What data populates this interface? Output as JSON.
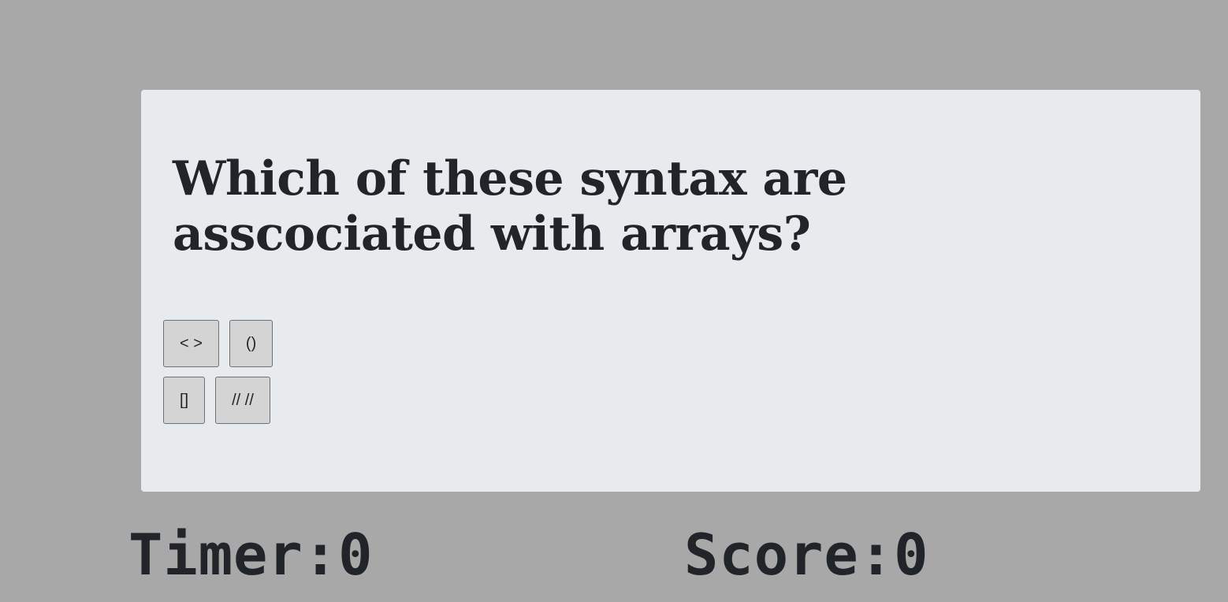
{
  "question": {
    "text": "Which of these syntax are asscociated with arrays?"
  },
  "answers": [
    {
      "label": "< >"
    },
    {
      "label": "()"
    },
    {
      "label": "[]"
    },
    {
      "label": "// //"
    }
  ],
  "status": {
    "timer_label": "Timer:",
    "timer_value": "0",
    "score_label": "Score:",
    "score_value": "0"
  }
}
